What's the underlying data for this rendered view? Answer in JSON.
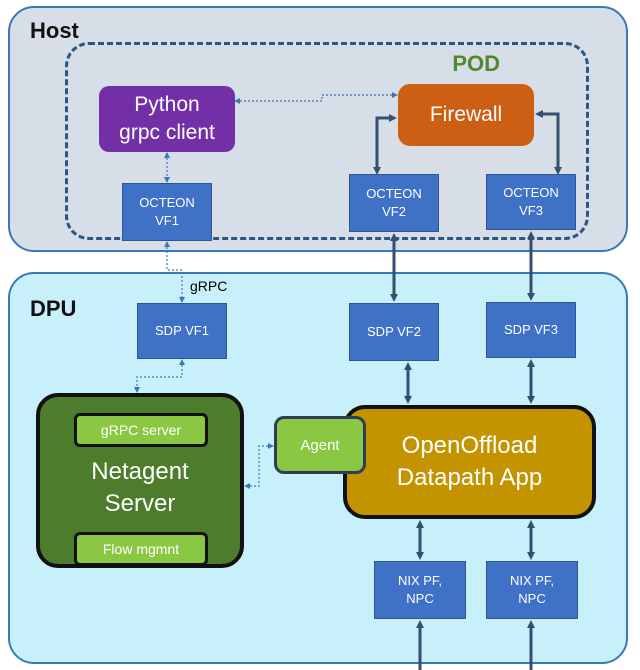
{
  "host": {
    "label": "Host"
  },
  "pod": {
    "label": "POD"
  },
  "dpu": {
    "label": "DPU"
  },
  "python_client": {
    "label": "Python\ngrpc client"
  },
  "firewall": {
    "label": "Firewall"
  },
  "octeon_vf1": {
    "label": "OCTEON\nVF1"
  },
  "octeon_vf2": {
    "label": "OCTEON\nVF2"
  },
  "octeon_vf3": {
    "label": "OCTEON\nVF3"
  },
  "grpc_link": {
    "label": "gRPC"
  },
  "sdp_vf1": {
    "label": "SDP VF1"
  },
  "sdp_vf2": {
    "label": "SDP VF2"
  },
  "sdp_vf3": {
    "label": "SDP VF3"
  },
  "netagent": {
    "label": "Netagent\nServer",
    "grpc_server": "gRPC server",
    "flow_mgmnt": "Flow mgmnt"
  },
  "agent": {
    "label": "Agent"
  },
  "datapath": {
    "label": "OpenOffload\nDatapath App"
  },
  "nix1": {
    "label": "NIX PF,\nNPC"
  },
  "nix2": {
    "label": "NIX PF,\nNPC"
  },
  "colors": {
    "host_bg": "#d7dee8",
    "dpu_bg": "#c8f0fb",
    "region_border": "#3a78b8",
    "vf_blue": "#3f72c6",
    "client_purple": "#7330a6",
    "firewall_orange": "#cc5f14",
    "netagent_green": "#4d7c2c",
    "light_green": "#8ac843",
    "datapath_gold": "#c49300",
    "connector": "#34506e",
    "dotted_link": "#3a78b8"
  }
}
